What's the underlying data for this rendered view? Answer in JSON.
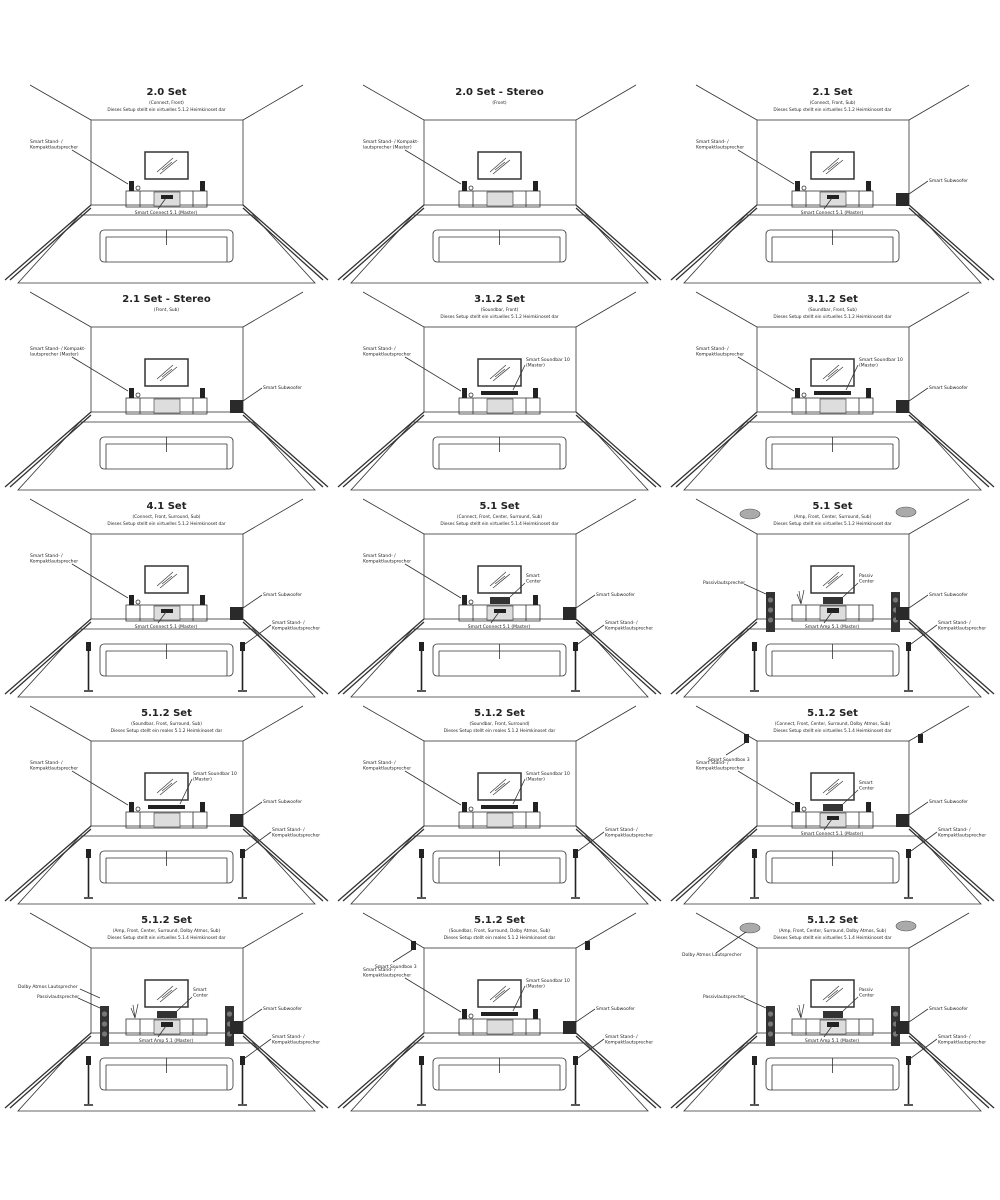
{
  "panels": [
    {
      "title": "2.0 Set",
      "subtitle": "(Connect, Front)",
      "description": "Dieses Setup stellt ein virtuelles 5.1.2 Heimkinoset dar",
      "labels": {
        "front": [
          "Smart Stand- /",
          "Kompaktlautsprecher"
        ],
        "connect": [
          "Smart Connect 5.1 (Master)"
        ]
      }
    },
    {
      "title": "2.0 Set - Stereo",
      "subtitle": "(Front)",
      "labels": {
        "front": [
          "Smart Stand- / Kompakt-",
          "lautsprecher (Master)"
        ]
      }
    },
    {
      "title": "2.1 Set",
      "subtitle": "(Connect, Front, Sub)",
      "description": "Dieses Setup stellt ein virtuelles 5.1.2 Heimkinoset dar",
      "labels": {
        "front": [
          "Smart Stand- /",
          "Kompaktlautsprecher"
        ],
        "sub": [
          "Smart Subwoofer"
        ],
        "connect": [
          "Smart Connect 5.1 (Master)"
        ]
      }
    },
    {
      "title": "2.1 Set - Stereo",
      "subtitle": "(Front, Sub)",
      "labels": {
        "front": [
          "Smart Stand- / Kompakt-",
          "lautsprecher (Master)"
        ],
        "sub": [
          "Smart Subwoofer"
        ]
      }
    },
    {
      "title": "3.1.2 Set",
      "subtitle": "(Soundbar, Front)",
      "description": "Dieses Setup stellt ein virtuelles 5.1.2 Heimkinoset dar",
      "labels": {
        "front": [
          "Smart Stand- /",
          "Kompaktlautsprecher"
        ],
        "soundbar": [
          "Smart Soundbar 10",
          "(Master)"
        ]
      }
    },
    {
      "title": "3.1.2 Set",
      "subtitle": "(Soundbar, Front, Sub)",
      "description": "Dieses Setup stellt ein virtuelles 5.1.2 Heimkinoset dar",
      "labels": {
        "front": [
          "Smart Stand- /",
          "Kompaktlautsprecher"
        ],
        "soundbar": [
          "Smart Soundbar 10",
          "(Master)"
        ],
        "sub": [
          "Smart Subwoofer"
        ]
      }
    },
    {
      "title": "4.1 Set",
      "subtitle": "(Connect, Front, Surround, Sub)",
      "description": "Dieses Setup stellt ein virtuelles 5.1.2 Heimkinoset dar",
      "labels": {
        "front": [
          "Smart Stand- /",
          "Kompaktlautsprecher"
        ],
        "sub": [
          "Smart Subwoofer"
        ],
        "surround": [
          "Smart Stand- /",
          "Kompaktlautsprecher"
        ],
        "connect": [
          "Smart Connect 5.1 (Master)"
        ]
      }
    },
    {
      "title": "5.1 Set",
      "subtitle": "(Connect, Front, Center, Surround, Sub)",
      "description": "Dieses Setup stellt ein virtuelles 5.1.4 Heimkinoset dar",
      "labels": {
        "front": [
          "Smart Stand- /",
          "Kompaktlautsprecher"
        ],
        "center": [
          "Smart",
          "Center"
        ],
        "sub": [
          "Smart Subwoofer"
        ],
        "surround": [
          "Smart Stand- /",
          "Kompaktlautsprecher"
        ],
        "connect": [
          "Smart Connect 5.1 (Master)"
        ]
      }
    },
    {
      "title": "5.1 Set",
      "subtitle": "(Amp, Front, Center, Surround, Sub)",
      "description": "Dieses Setup stellt ein virtuelles 5.1.2 Heimkinoset dar",
      "labels": {
        "passive": [
          "Passivlautsprecher"
        ],
        "center": [
          "Passiv",
          "Center"
        ],
        "sub": [
          "Smart Subwoofer"
        ],
        "surround": [
          "Smart Stand- /",
          "Kompaktlautsprecher"
        ],
        "amp": [
          "Smart Amp 5.1 (Master)"
        ]
      }
    },
    {
      "title": "5.1.2 Set",
      "subtitle": "(Soundbar, Front, Surround, Sub)",
      "description": "Dieses Setup stellt ein reales 5.1.2 Heimkinoset dar",
      "labels": {
        "front": [
          "Smart Stand- /",
          "Kompaktlautsprecher"
        ],
        "soundbar": [
          "Smart Soundbar 10",
          "(Master)"
        ],
        "sub": [
          "Smart Subwoofer"
        ],
        "surround": [
          "Smart Stand- /",
          "Kompaktlautsprecher"
        ]
      }
    },
    {
      "title": "5.1.2 Set",
      "subtitle": "(Soundbar, Front, Surround)",
      "description": "Dieses Setup stellt ein reales 5.1.2 Heimkinoset dar",
      "labels": {
        "front": [
          "Smart Stand- /",
          "Kompaktlautsprecher"
        ],
        "soundbar": [
          "Smart Soundbar 10",
          "(Master)"
        ],
        "surround": [
          "Smart Stand- /",
          "Kompaktlautsprecher"
        ]
      }
    },
    {
      "title": "5.1.2 Set",
      "subtitle": "(Connect, Front, Center, Surround, Dolby Atmos, Sub)",
      "description": "Dieses Setup stellt ein virtuelles 5.1.4 Heimkinoset dar",
      "labels": {
        "soundbox": [
          "Smart Soundbox 3"
        ],
        "front": [
          "Smart Stand- /",
          "Kompaktlautsprecher"
        ],
        "center": [
          "Smart",
          "Center"
        ],
        "sub": [
          "Smart Subwoofer"
        ],
        "surround": [
          "Smart Stand- /",
          "Kompaktlautsprecher"
        ],
        "connect": [
          "Smart Connect 5.1 (Master)"
        ]
      }
    },
    {
      "title": "5.1.2 Set",
      "subtitle": "(Amp, Front, Center, Surround, Dolby Atmos, Sub)",
      "description": "Dieses Setup stellt ein virtuelles 5.1.4 Heimkinoset dar",
      "labels": {
        "atmos": [
          "Dolby Atmos Lautsprecher"
        ],
        "passive": [
          "Passivlautsprecher"
        ],
        "center": [
          "Smart",
          "Center"
        ],
        "sub": [
          "Smart Subwoofer"
        ],
        "surround": [
          "Smart Stand- /",
          "Kompaktlautsprecher"
        ],
        "amp": [
          "Smart Amp 5.1 (Master)"
        ]
      }
    },
    {
      "title": "5.1.2 Set",
      "subtitle": "(Soundbar, Front, Surround, Dolby Atmos, Sub)",
      "description": "Dieses Setup stellt ein reales 5.1.2 Heimkinoset dar",
      "labels": {
        "soundbox": [
          "Smart Soundbox 3"
        ],
        "front": [
          "Smart Stand- /",
          "Kompaktlautsprecher"
        ],
        "soundbar": [
          "Smart Soundbar 10",
          "(Master)"
        ],
        "sub": [
          "Smart Subwoofer"
        ],
        "surround": [
          "Smart Stand- /",
          "Kompaktlautsprecher"
        ]
      }
    },
    {
      "title": "5.1.2 Set",
      "subtitle": "(Amp, Front, Center, Surround, Dolby Atmos, Sub)",
      "description": "Dieses Setup stellt ein virtuelles 5.1.4 Heimkinoset dar",
      "labels": {
        "atmos": [
          "Dolby Atmos Lautsprecher"
        ],
        "passive": [
          "Passivlautsprecher"
        ],
        "center": [
          "Passiv",
          "Center"
        ],
        "sub": [
          "Smart Subwoofer"
        ],
        "surround": [
          "Smart Stand- /",
          "Kompaktlautsprecher"
        ],
        "amp": [
          "Smart Amp 5.1 (Master)"
        ]
      }
    }
  ]
}
